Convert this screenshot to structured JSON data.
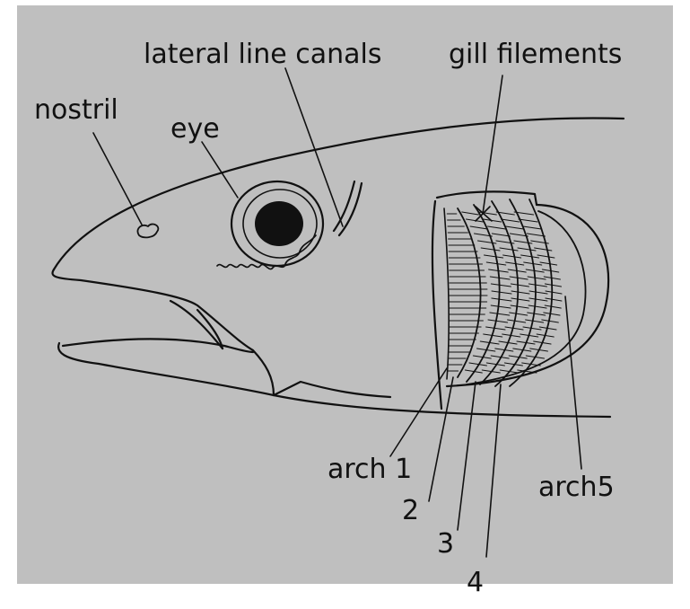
{
  "colors": {
    "background": "#bfbfbf",
    "border": "#ffffff",
    "ink": "#111111"
  },
  "labels": {
    "nostril": "nostril",
    "eye": "eye",
    "lateral_line": "lateral line canals",
    "gill_filaments": "gill filements",
    "arch1": "arch 1",
    "arch2": "2",
    "arch3": "3",
    "arch4": "4",
    "arch5": "arch5"
  }
}
